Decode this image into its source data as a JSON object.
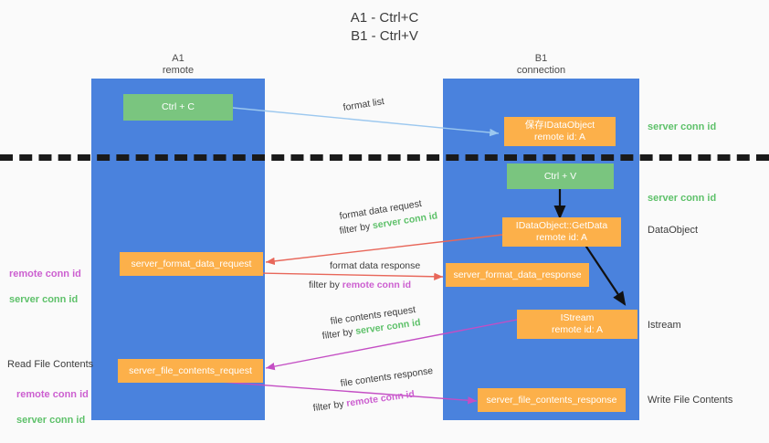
{
  "title": "A1 - Ctrl+C\nB1 - Ctrl+V",
  "columns": {
    "left": "A1\nremote",
    "right": "B1\nconnection"
  },
  "nodes": {
    "ctrl_c": "Ctrl + C",
    "ctrl_v": "Ctrl + V",
    "save_idataobject": "保存IDataObject\nremote id: A",
    "getdata": "IDataObject::GetData\nremote id: A",
    "istream": "IStream\nremote id: A",
    "server_format_data_request": "server_format_data_request",
    "server_format_data_response": "server_format_data_response",
    "server_file_contents_request": "server_file_contents_request",
    "server_file_contents_response": "server_file_contents_response"
  },
  "edges": {
    "format_list": "format list",
    "format_data_request": "format data request",
    "format_data_request_filter_prefix": "filter by ",
    "format_data_request_filter_value": "server conn id",
    "format_data_response": "format data response",
    "format_data_response_filter_prefix": "filter by ",
    "format_data_response_filter_value": "remote conn id",
    "file_contents_request": "file contents request",
    "file_contents_request_filter_prefix": "filter by ",
    "file_contents_request_filter_value": "server conn id",
    "file_contents_response": "file contents response",
    "file_contents_response_filter_prefix": "filter by ",
    "file_contents_response_filter_value": "remote conn id"
  },
  "right_labels": {
    "server_conn_id_top": "server conn id",
    "server_conn_id_mid": "server conn id",
    "dataobject": "DataObject",
    "istream": "Istream",
    "write_file_contents": "Write File Contents"
  },
  "left_labels": {
    "remote_conn_id_upper": "remote conn id",
    "server_conn_id_upper": "server conn id",
    "read_file_contents": "Read File Contents",
    "remote_conn_id_lower": "remote conn id",
    "server_conn_id_lower": "server conn id"
  },
  "colors": {
    "lane": "#4a82dd",
    "node_green": "#7ac57f",
    "node_orange": "#fcb04a",
    "accent_green_text": "#5ec16a",
    "accent_magenta_text": "#cc5fd0",
    "arrow_red": "#e8675a",
    "arrow_magenta": "#c44ec4",
    "arrow_lightblue": "#9cc8ef",
    "arrow_black": "#111111",
    "divider_dashed": "#1a1a1a",
    "background": "#fafafa"
  }
}
